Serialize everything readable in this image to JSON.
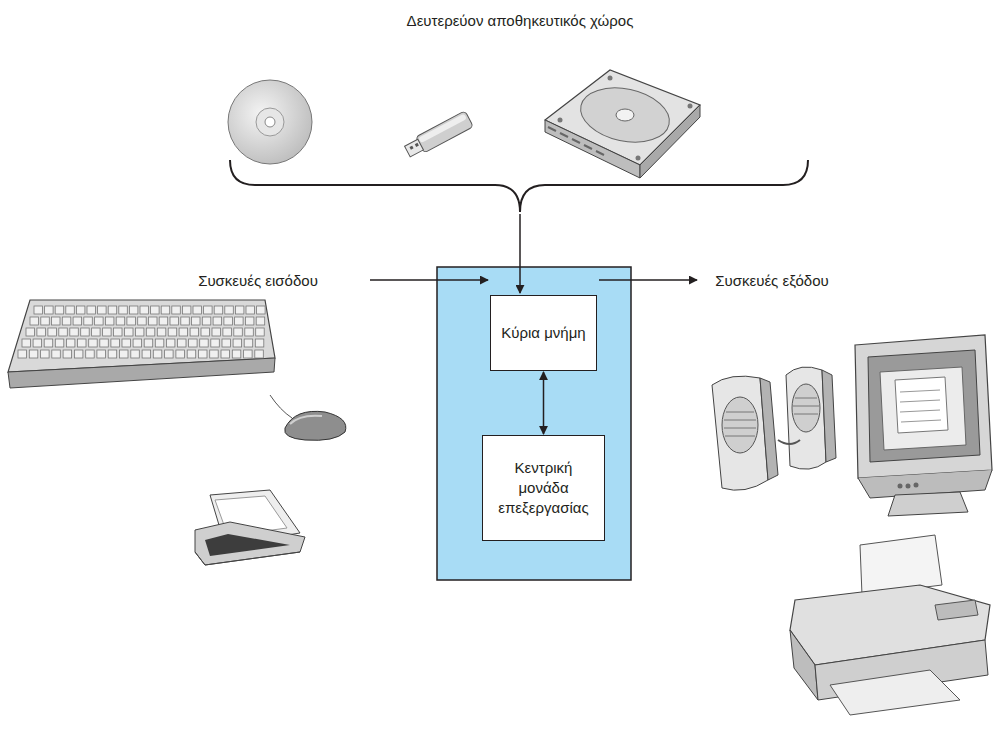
{
  "diagram": {
    "nodes": [
      {
        "text": [
          "Κύρια μνήμη"
        ]
      },
      {
        "text": [
          "Κεντρική μονάδα επεξεργασίας"
        ]
      }
    ],
    "edges": [
      {
        "from": 0,
        "to": 1,
        "arrow": "both"
      }
    ],
    "labels": [
      "Δευτερεύον αποθηκευτικός χώρος",
      "Συσκευές εισόδου",
      "Συσκευές εξόδου"
    ]
  }
}
